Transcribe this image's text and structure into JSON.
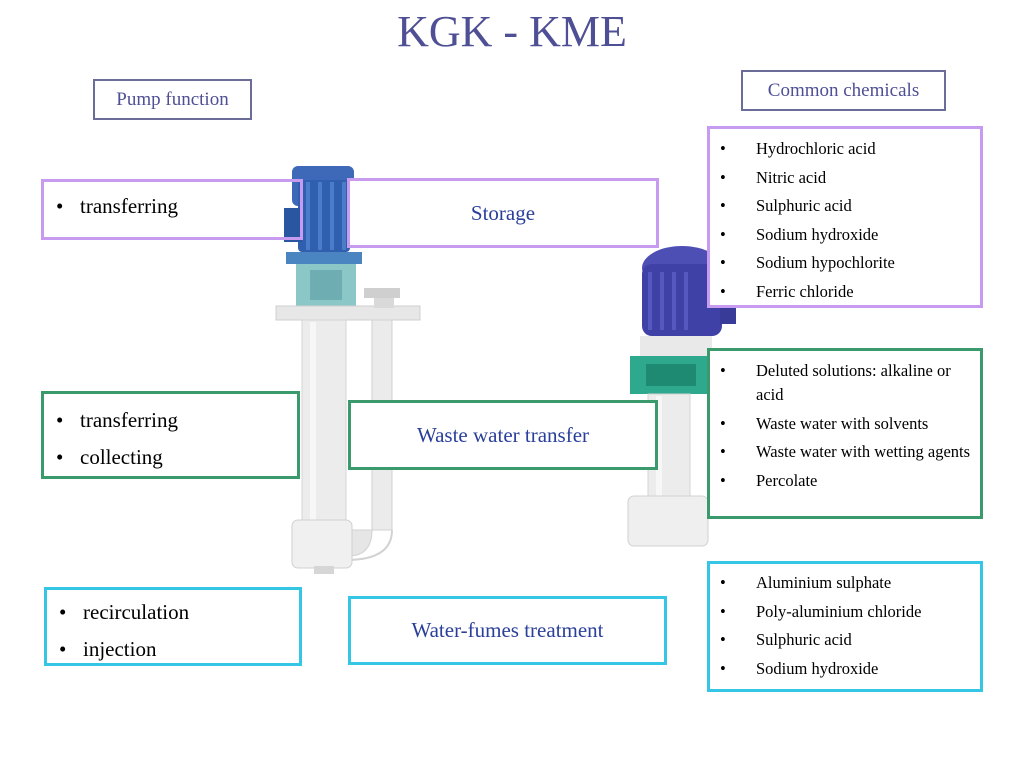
{
  "title": "KGK - KME",
  "headers": {
    "pump_function": "Pump function",
    "common_chemicals": "Common chemicals"
  },
  "rows": [
    {
      "functions": [
        "transferring"
      ],
      "category": "Storage",
      "chemicals": [
        "Hydrochloric acid",
        "Nitric acid",
        "Sulphuric acid",
        "Sodium hydroxide",
        "Sodium hypochlorite",
        "Ferric chloride"
      ],
      "color": "#c79bf0"
    },
    {
      "functions": [
        "transferring",
        "collecting"
      ],
      "category": "Waste water transfer",
      "chemicals": [
        "Deluted solutions: alkaline or acid",
        "Waste water with solvents",
        "Waste water with wetting agents",
        "Percolate"
      ],
      "color": "#3a9a6b"
    },
    {
      "functions": [
        "recirculation",
        "injection"
      ],
      "category": "Water-fumes treatment",
      "chemicals": [
        "Aluminium sulphate",
        "Poly-aluminium chloride",
        "Sulphuric acid",
        "Sodium hydroxide"
      ],
      "color": "#35c6e6"
    }
  ],
  "images": [
    {
      "name": "vertical-pump-long-image",
      "icon": "vertical-pump-icon"
    },
    {
      "name": "vertical-pump-short-image",
      "icon": "vertical-pump-icon"
    }
  ]
}
